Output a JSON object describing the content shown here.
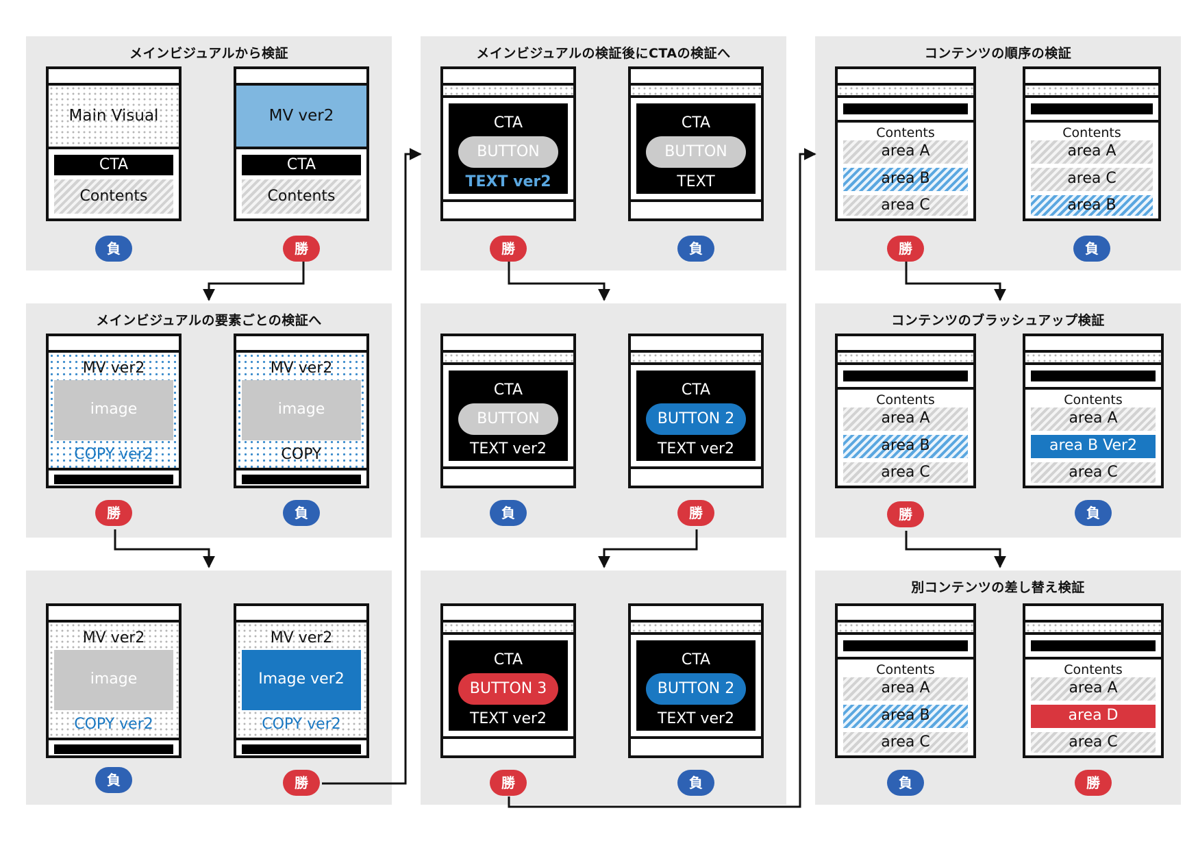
{
  "panel_titles": {
    "p1": "メインビジュアルから検証",
    "p2": "メインビジュアルの要素ごとの検証へ",
    "p4": "メインビジュアルの検証後にCTAの検証へ",
    "p7": "コンテンツの順序の検証",
    "p8": "コンテンツのブラッシュアップ検証",
    "p9": "別コンテンツの差し替え検証"
  },
  "badges": {
    "win": "勝",
    "lose": "負"
  },
  "labels": {
    "main_visual": "Main Visual",
    "mv_ver2": "MV ver2",
    "cta": "CTA",
    "contents_big": "Contents",
    "contents": "Contents",
    "image": "image",
    "image_ver2": "Image ver2",
    "copy": "COPY",
    "copy_ver2": "COPY ver2",
    "button": "BUTTON",
    "button2": "BUTTON 2",
    "button3": "BUTTON 3",
    "text": "TEXT",
    "text_ver2": "TEXT ver2",
    "area_a": "area A",
    "area_b": "area B",
    "area_c": "area C",
    "area_d": "area D",
    "area_b_ver2": "area B Ver2"
  },
  "colors": {
    "win": "#d9363e",
    "lose": "#2e62b4",
    "light_blue": "#7fb7e0",
    "blue": "#1a78c2",
    "red": "#d9363e"
  }
}
